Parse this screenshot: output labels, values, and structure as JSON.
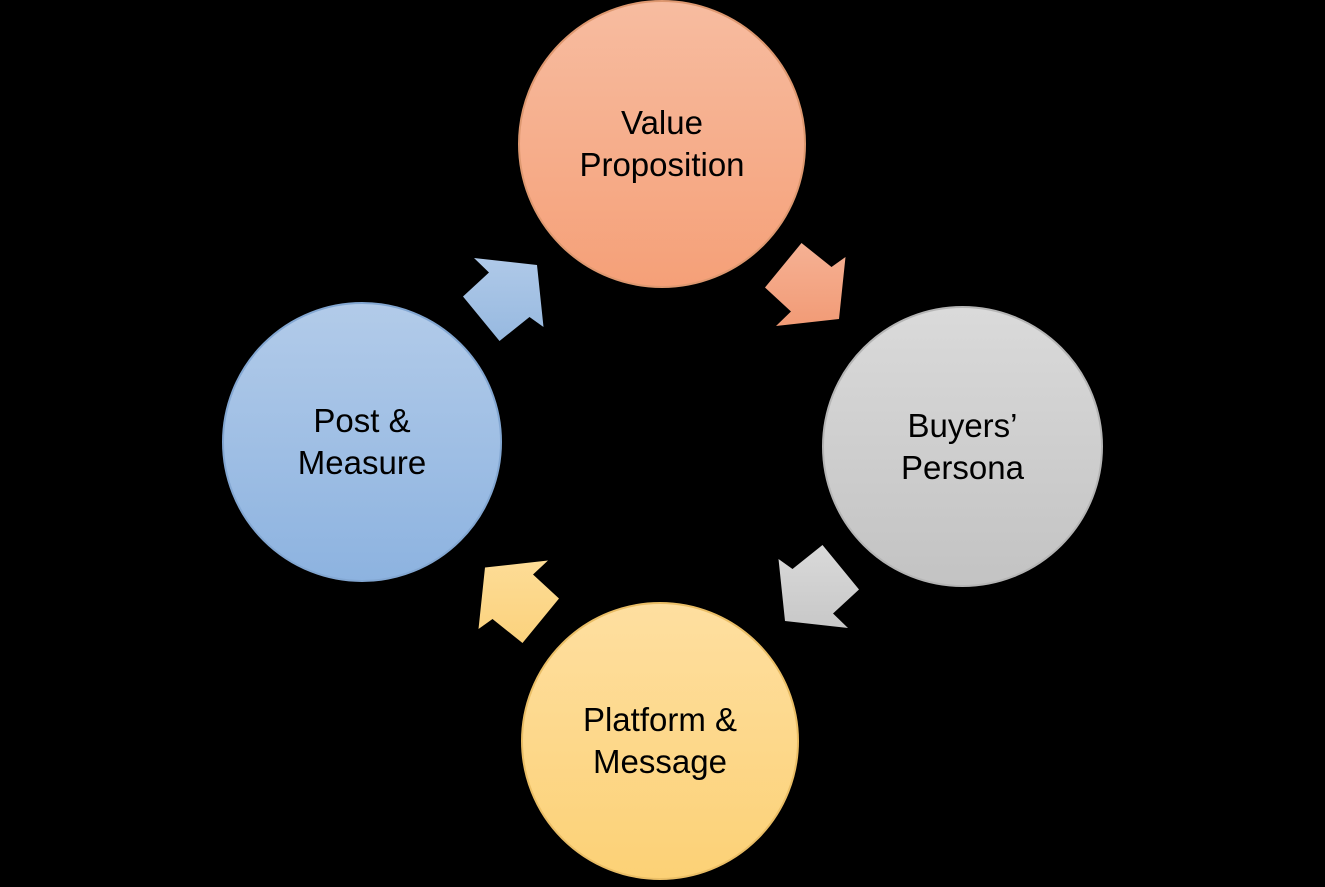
{
  "diagram": {
    "type": "cycle",
    "direction": "clockwise",
    "background_color": "#000000",
    "text_color": "#000000"
  },
  "nodes": [
    {
      "id": "value-proposition",
      "line1": "Value",
      "line2": "Proposition",
      "color_top": "#F7BCA0",
      "color_bottom": "#F5A078",
      "border": "#DE9870"
    },
    {
      "id": "buyers-persona",
      "line1": "Buyers’",
      "line2": "Persona",
      "color_top": "#DADADA",
      "color_bottom": "#C3C3C3",
      "border": "#B5B5B5"
    },
    {
      "id": "platform-message",
      "line1": "Platform &",
      "line2": "Message",
      "color_top": "#FEDFA0",
      "color_bottom": "#FCD176",
      "border": "#EABE66"
    },
    {
      "id": "post-measure",
      "line1": "Post &",
      "line2": "Measure",
      "color_top": "#B2CBE9",
      "color_bottom": "#8DB3E0",
      "border": "#83A7D2"
    }
  ],
  "arrows": [
    {
      "id": "value-to-buyers",
      "from": "Value Proposition",
      "to": "Buyers’ Persona",
      "color_top": "#F5B194",
      "color_bottom": "#F29B76"
    },
    {
      "id": "buyers-to-platform",
      "from": "Buyers’ Persona",
      "to": "Platform & Message",
      "color_top": "#D9D9D9",
      "color_bottom": "#C8C8C8"
    },
    {
      "id": "platform-to-post",
      "from": "Platform & Message",
      "to": "Post & Measure",
      "color_top": "#FDDC96",
      "color_bottom": "#FBD27D"
    },
    {
      "id": "post-to-value",
      "from": "Post & Measure",
      "to": "Value Proposition",
      "color_top": "#AFC9E8",
      "color_bottom": "#97B9E0"
    }
  ]
}
